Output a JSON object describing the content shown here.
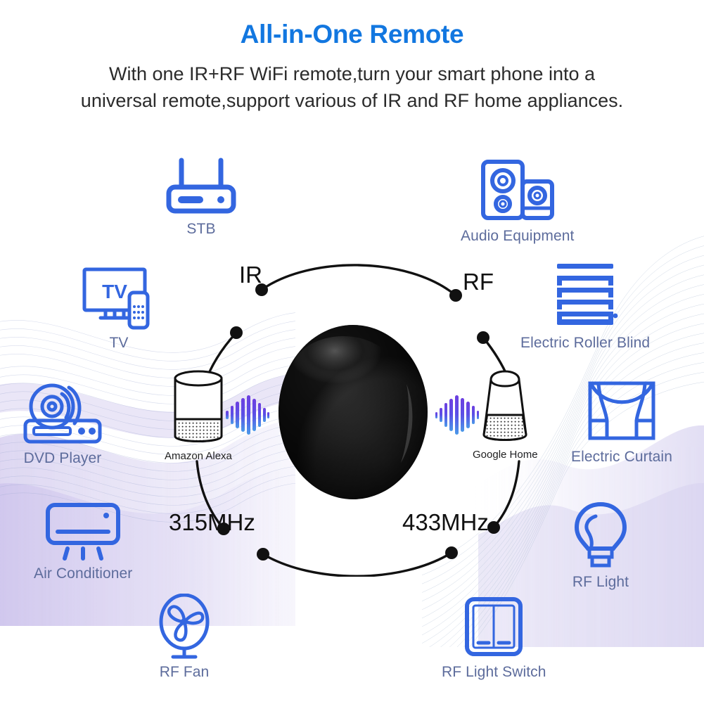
{
  "header": {
    "title": "All-in-One Remote",
    "subtitle_line1": "With one IR+RF WiFi remote,turn your smart phone into a",
    "subtitle_line2": "universal remote,support various of IR and RF home appliances."
  },
  "colors": {
    "title_blue": "#1277e0",
    "icon_blue": "#3366e0",
    "label_slate": "#5d6c9c",
    "arc_black": "#111111",
    "wave_purple": "#8e7fd0",
    "wave_blue": "#6f8fd8",
    "remote_black": "#1a1a1a"
  },
  "center": {
    "device_name": "black-round-ir-rf-remote-hub"
  },
  "arcs": {
    "top_left_label": "IR",
    "top_right_label": "RF",
    "bottom_left_label": "315MHz",
    "bottom_right_label": "433MHz"
  },
  "assistants": [
    {
      "id": "amazon-alexa",
      "label": "Amazon Alexa",
      "label_part1": "Amazon Alexa",
      "label_part2": ""
    },
    {
      "id": "google-home",
      "label": "Google Home",
      "label_part1": "Google ",
      "label_part2": "Home"
    }
  ],
  "devices": [
    {
      "id": "stb",
      "icon": "set-top-box-icon",
      "label": "STB"
    },
    {
      "id": "tv",
      "icon": "tv-icon",
      "label": "TV"
    },
    {
      "id": "dvd-player",
      "icon": "dvd-player-icon",
      "label": "DVD Player"
    },
    {
      "id": "air-conditioner",
      "icon": "air-conditioner-icon",
      "label": "Air Conditioner"
    },
    {
      "id": "rf-fan",
      "icon": "fan-icon",
      "label": "RF Fan"
    },
    {
      "id": "rf-light-switch",
      "icon": "light-switch-icon",
      "label": "RF Light Switch"
    },
    {
      "id": "rf-light",
      "icon": "light-bulb-icon",
      "label": "RF Light"
    },
    {
      "id": "electric-curtain",
      "icon": "curtain-icon",
      "label": "Electric Curtain"
    },
    {
      "id": "electric-roller-blind",
      "icon": "roller-blind-icon",
      "label": "Electric Roller Blind"
    },
    {
      "id": "audio-equipment",
      "icon": "speakers-icon",
      "label": "Audio Equipment"
    }
  ]
}
